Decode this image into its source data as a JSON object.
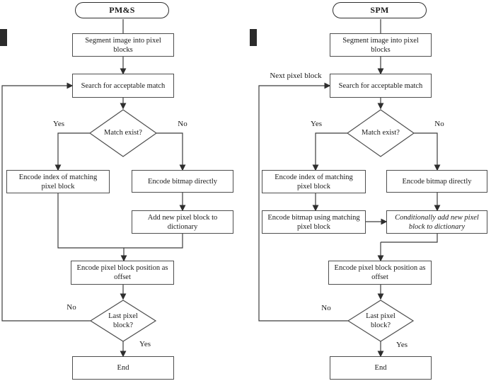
{
  "charts": {
    "pms": {
      "title": "PM&S",
      "nodes": {
        "segment": "Segment image into pixel\nblocks",
        "search": "Search for acceptable match",
        "match_exist": "Match exist?",
        "encode_index": "Encode index of matching\npixel block",
        "encode_bitmap": "Encode bitmap directly",
        "add_new": "Add new pixel block to\ndictionary",
        "encode_position": "Encode pixel block position as\noffset",
        "last_block": "Last pixel\nblock?",
        "end": "End"
      },
      "edge_labels": {
        "match_yes": "Yes",
        "match_no": "No",
        "last_no": "No",
        "last_yes": "Yes"
      }
    },
    "spm": {
      "title": "SPM",
      "nodes": {
        "segment": "Segment image into pixel\nblocks",
        "search": "Search for acceptable match",
        "match_exist": "Match exist?",
        "encode_index": "Encode index of matching\npixel block",
        "encode_bitmap": "Encode bitmap directly",
        "encode_bitmap_matching": "Encode bitmap using matching\npixel block",
        "conditional_add": "Conditionally add new pixel\nblock to dictionary",
        "encode_position": "Encode pixel block position as\noffset",
        "last_block": "Last pixel\nblock?",
        "end": "End"
      },
      "edge_labels": {
        "loop": "Next pixel block",
        "match_yes": "Yes",
        "match_no": "No",
        "last_no": "No",
        "last_yes": "Yes"
      }
    }
  },
  "colors": {
    "line": "#3c3c3c",
    "border": "#4e4e4e",
    "text": "#1a1a1a",
    "background": "#ffffff"
  }
}
